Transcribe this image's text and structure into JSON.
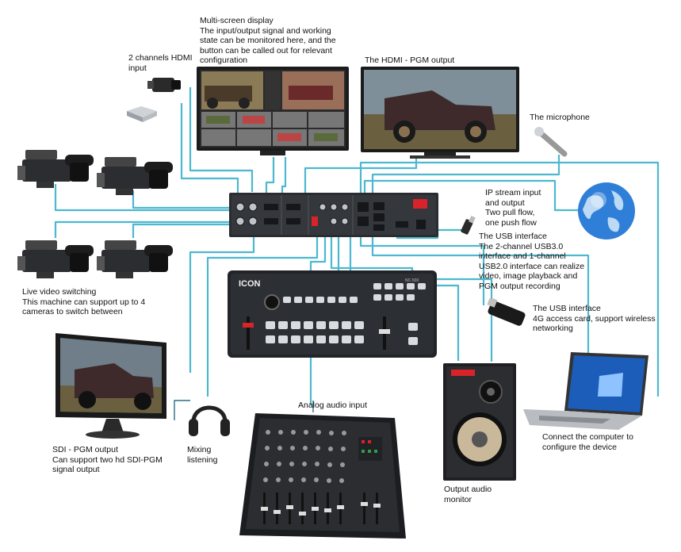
{
  "labels": {
    "multiscreen": [
      "Multi-screen display",
      "The input/output signal and working",
      "state can be monitored here, and the",
      "button can be called out for relevant",
      "configuration"
    ],
    "hdmi_in": [
      "2 channels HDMI",
      "input"
    ],
    "pgm_out": [
      "The HDMI - PGM output"
    ],
    "microphone": [
      "The microphone"
    ],
    "ip_stream": [
      "IP stream input",
      "and output",
      "Two pull flow,",
      "one push flow"
    ],
    "usb1": [
      "The USB interface",
      "The 2-channel USB3.0",
      "interface and 1-channel",
      "USB2.0 interface can realize",
      "video, image playback and",
      "PGM output recording"
    ],
    "live_switch": [
      "Live video switching",
      "This machine can support up to 4",
      "cameras to switch between"
    ],
    "usb2": [
      "The USB interface",
      "4G access card, support wireless",
      "networking"
    ],
    "analog_audio": [
      "Analog audio input"
    ],
    "sdi_pgm": [
      "SDI - PGM output",
      "Can support two hd SDI-PGM",
      "signal output"
    ],
    "mixing": [
      "Mixing",
      "listening"
    ],
    "audio_monitor": [
      "Output audio",
      "monitor"
    ],
    "computer": [
      "Connect the computer to",
      "configure the device"
    ]
  },
  "device_text": {
    "panel_brand": "ICON",
    "panel_model": "NC-500",
    "switcher_led": "●"
  },
  "colors": {
    "wire_cyan": "#4db8cf",
    "wire_dark": "#2a6f85",
    "device_dark": "#222428",
    "device_mid": "#3a3d42",
    "globe_blue": "#2f7fd8",
    "red_button": "#d8232a"
  },
  "icons": [
    "camera-icon",
    "camcorder-icon",
    "hdmi-box-icon",
    "microphone-icon",
    "globe-icon",
    "usb-stick-icon",
    "4g-dongle-icon",
    "headphones-icon",
    "speaker-icon",
    "laptop-icon",
    "audio-mixer-icon",
    "monitor-icon"
  ]
}
